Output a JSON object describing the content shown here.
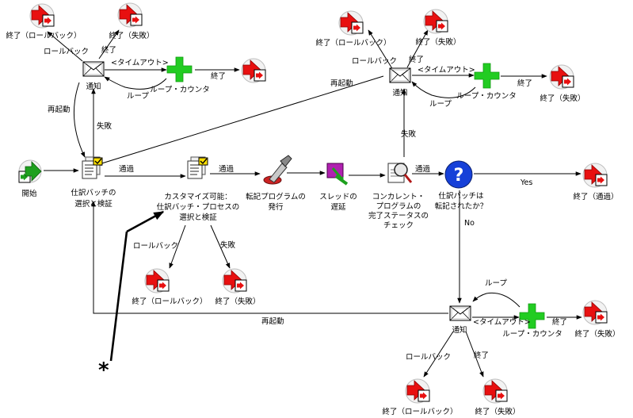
{
  "nodes": {
    "start": "開始",
    "select1_l1": "仕訳バッチの",
    "select1_l2": "選択と検証",
    "custom_l1": "カスタマイズ可能：",
    "custom_l2": "仕訳バッチ・プロセスの",
    "custom_l3": "選択と検証",
    "post_l1": "転記プログラムの",
    "post_l2": "発行",
    "delay_l1": "スレッドの",
    "delay_l2": "遅延",
    "check_l1": "コンカレント・",
    "check_l2": "プログラムの",
    "check_l3": "完了ステータスの",
    "check_l4": "チェック",
    "question_l1": "仕訳バッチは",
    "question_l2": "転記されたか？",
    "notify": "通知",
    "loop_counter": "ループ・カウンタ",
    "end_rollback": "終了（ロールバック）",
    "end_fail": "終了（失敗）",
    "end_pass": "終了（通過）"
  },
  "edges": {
    "pass": "通過",
    "fail": "失敗",
    "rollback": "ロールバック",
    "end": "終了",
    "timeout": "<タイムアウト>",
    "loop": "ループ",
    "restart": "再起動",
    "yes": "Yes",
    "no": "No"
  },
  "annotation": "*",
  "colors": {
    "end_arrow": "#e81010",
    "start_arrow": "#1ea01e",
    "plus": "#22cc22",
    "question": "#1640d8"
  }
}
